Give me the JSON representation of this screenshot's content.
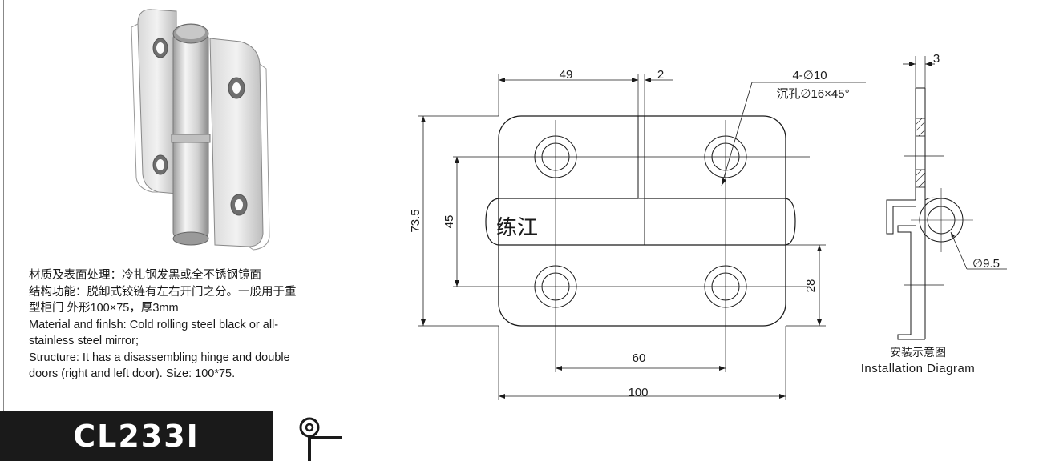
{
  "description": {
    "lines": [
      "材质及表面处理：冷扎钢发黑或全不锈钢镜面",
      "结构功能：脱卸式铰链有左右开门之分。一般用于重",
      "型柜门 外形100×75，厚3mm",
      "Material and finlsh: Cold rolling steel black or all-",
      "stainless steel mirror;",
      "Structure: It has a disassembling hinge and double",
      "doors (right and left door). Size: 100*75."
    ]
  },
  "model": "CL233I",
  "front_view": {
    "dim_49": "49",
    "dim_2": "2",
    "hole_spec": "4-∅10",
    "countersink_spec": "沉孔∅16×45°",
    "dim_73_5": "73.5",
    "dim_45": "45",
    "dim_28": "28",
    "dim_60": "60",
    "dim_100": "100",
    "watermark": "练江"
  },
  "side_view": {
    "dim_3": "3",
    "dim_pin": "∅9.5"
  },
  "installation_cn": "安装示意图",
  "installation_en": "Installation Diagram",
  "colors": {
    "ink": "#1a1a1a",
    "steel_light": "#e6e6e6",
    "steel_dark": "#9a9a9a"
  }
}
